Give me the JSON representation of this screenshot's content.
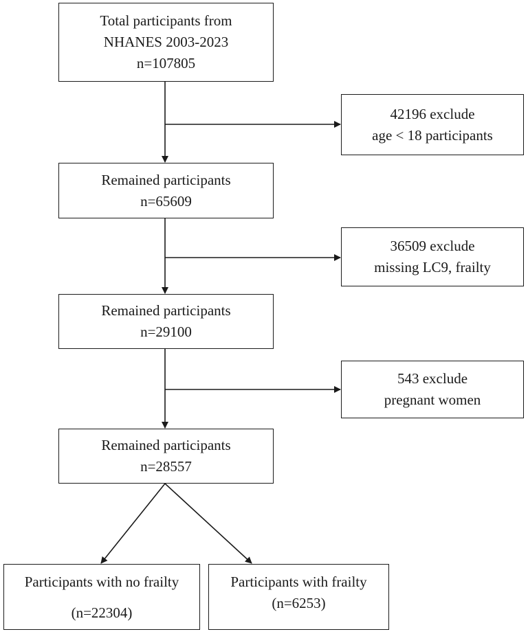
{
  "flowchart": {
    "total": {
      "line1": "Total participants from",
      "line2": "NHANES 2003-2023",
      "count": "n=107805"
    },
    "exclusion_1": {
      "line1": "42196 exclude",
      "line2": "age < 18 participants"
    },
    "remained_1": {
      "label": "Remained participants",
      "count": "n=65609"
    },
    "exclusion_2": {
      "line1": "36509 exclude",
      "line2": "missing LC9, frailty"
    },
    "remained_2": {
      "label": "Remained participants",
      "count": "n=29100"
    },
    "exclusion_3": {
      "line1": "543 exclude",
      "line2": "pregnant women"
    },
    "remained_3": {
      "label": "Remained participants",
      "count": "n=28557"
    },
    "no_frailty": {
      "label": "Participants with no frailty",
      "count": "(n=22304)"
    },
    "frailty": {
      "label": "Participants with frailty",
      "count": "(n=6253)"
    }
  },
  "colors": {
    "line": "#1a1a1a",
    "background": "#ffffff"
  }
}
